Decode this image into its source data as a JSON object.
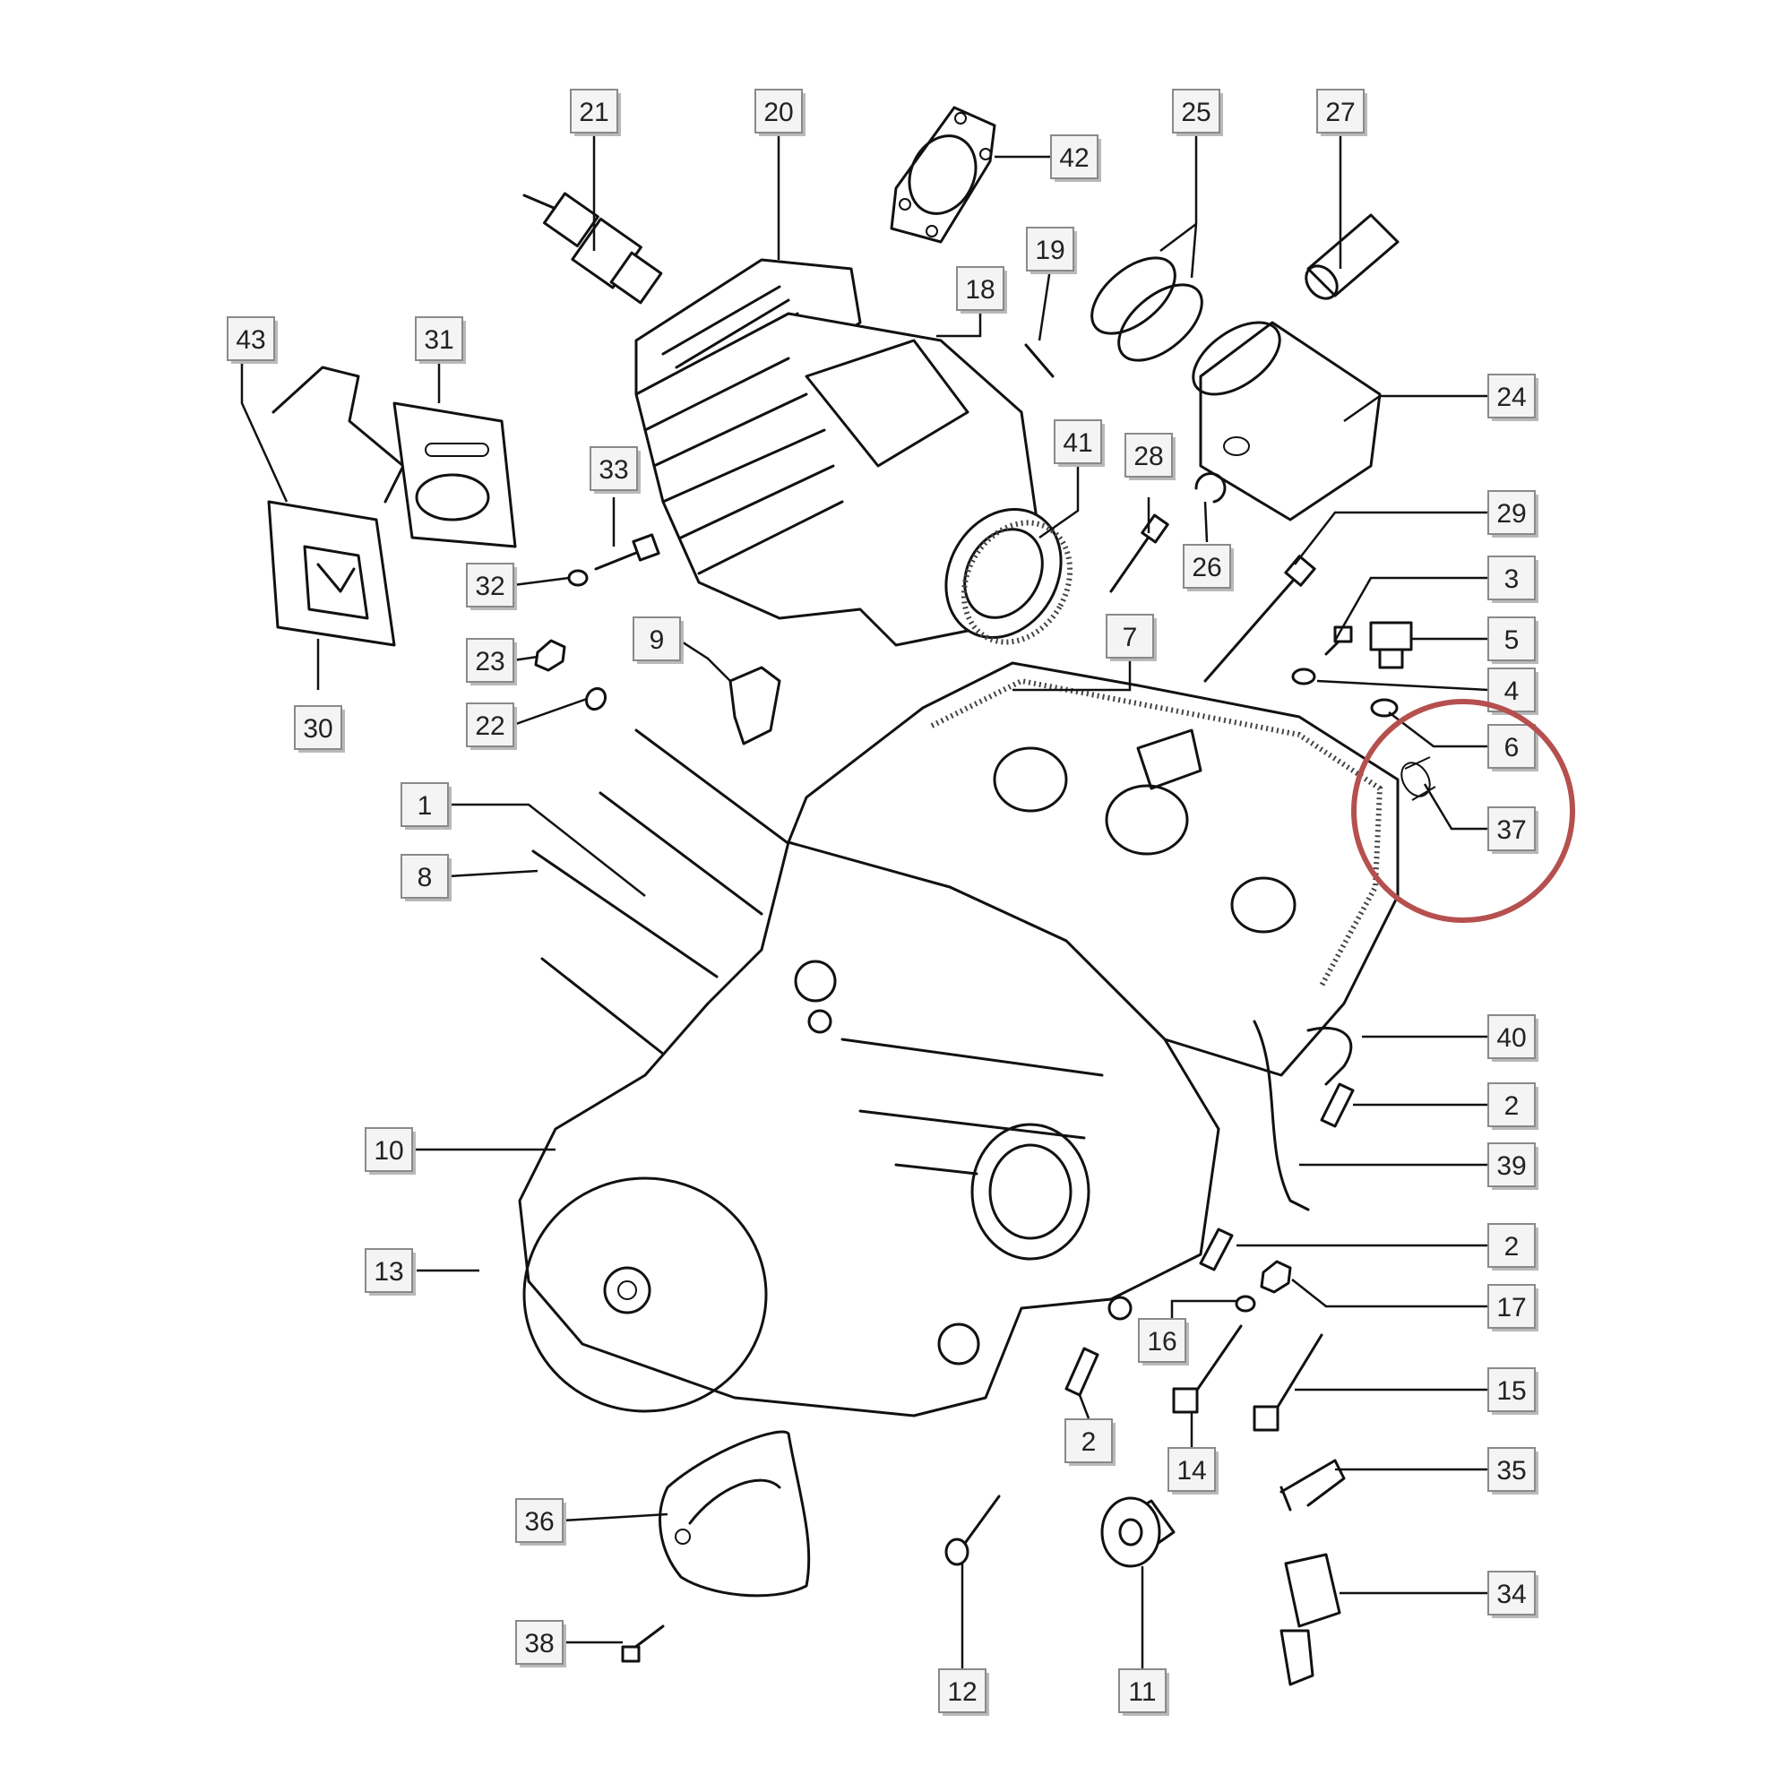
{
  "callouts": [
    {
      "id": "c21",
      "label": "21"
    },
    {
      "id": "c20",
      "label": "20"
    },
    {
      "id": "c42",
      "label": "42"
    },
    {
      "id": "c25",
      "label": "25"
    },
    {
      "id": "c27",
      "label": "27"
    },
    {
      "id": "c19",
      "label": "19"
    },
    {
      "id": "c18",
      "label": "18"
    },
    {
      "id": "c43",
      "label": "43"
    },
    {
      "id": "c31",
      "label": "31"
    },
    {
      "id": "c24",
      "label": "24"
    },
    {
      "id": "c41",
      "label": "41"
    },
    {
      "id": "c33",
      "label": "33"
    },
    {
      "id": "c28",
      "label": "28"
    },
    {
      "id": "c29",
      "label": "29"
    },
    {
      "id": "c32",
      "label": "32"
    },
    {
      "id": "c26",
      "label": "26"
    },
    {
      "id": "c3",
      "label": "3"
    },
    {
      "id": "c9",
      "label": "9"
    },
    {
      "id": "c7",
      "label": "7"
    },
    {
      "id": "c5",
      "label": "5"
    },
    {
      "id": "c23",
      "label": "23"
    },
    {
      "id": "c30",
      "label": "30"
    },
    {
      "id": "c4",
      "label": "4"
    },
    {
      "id": "c22",
      "label": "22"
    },
    {
      "id": "c6",
      "label": "6"
    },
    {
      "id": "c1",
      "label": "1"
    },
    {
      "id": "c37",
      "label": "37"
    },
    {
      "id": "c8",
      "label": "8"
    },
    {
      "id": "c40",
      "label": "40"
    },
    {
      "id": "c2a",
      "label": "2"
    },
    {
      "id": "c10",
      "label": "10"
    },
    {
      "id": "c39",
      "label": "39"
    },
    {
      "id": "c2b",
      "label": "2"
    },
    {
      "id": "c13",
      "label": "13"
    },
    {
      "id": "c17",
      "label": "17"
    },
    {
      "id": "c16",
      "label": "16"
    },
    {
      "id": "c15",
      "label": "15"
    },
    {
      "id": "c2c",
      "label": "2"
    },
    {
      "id": "c14",
      "label": "14"
    },
    {
      "id": "c35",
      "label": "35"
    },
    {
      "id": "c36",
      "label": "36"
    },
    {
      "id": "c34",
      "label": "34"
    },
    {
      "id": "c38",
      "label": "38"
    },
    {
      "id": "c12",
      "label": "12"
    },
    {
      "id": "c11",
      "label": "11"
    }
  ],
  "highlight": {
    "target_callout": "37",
    "color": "#b5504e"
  }
}
